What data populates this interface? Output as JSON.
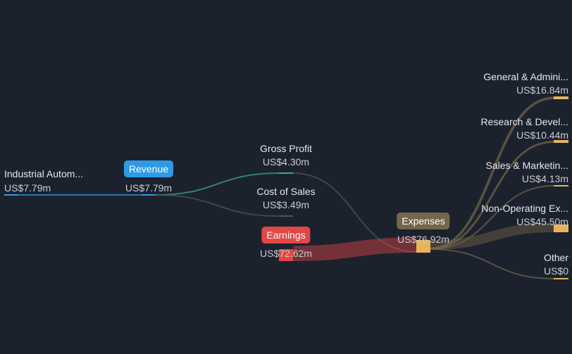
{
  "colors": {
    "background": "#1b222d",
    "revenue": "#2e9be6",
    "gross_profit": "#3fa796",
    "earnings": "#e24646",
    "expenses_badge": "#75654c",
    "expenses_node": "#e8b45a",
    "muted_link": "#4a5565"
  },
  "nodes": {
    "industrial": {
      "label": "Industrial Autom...",
      "value": "US$7.79m"
    },
    "revenue": {
      "label": "Revenue",
      "value": "US$7.79m"
    },
    "gross_profit": {
      "label": "Gross Profit",
      "value": "US$4.30m"
    },
    "cost_of_sales": {
      "label": "Cost of Sales",
      "value": "US$3.49m"
    },
    "earnings": {
      "label": "Earnings",
      "value": "US$72.62m"
    },
    "expenses": {
      "label": "Expenses",
      "value": "US$76.92m"
    },
    "general_admin": {
      "label": "General & Admini...",
      "value": "US$16.84m"
    },
    "research_dev": {
      "label": "Research & Devel...",
      "value": "US$10.44m"
    },
    "sales_marketing": {
      "label": "Sales & Marketin...",
      "value": "US$4.13m"
    },
    "non_operating": {
      "label": "Non-Operating Ex...",
      "value": "US$45.50m"
    },
    "other": {
      "label": "Other",
      "value": "US$0"
    }
  },
  "chart_data": {
    "type": "sankey",
    "units": "US$m",
    "nodes": [
      {
        "id": "industrial",
        "value": 7.79
      },
      {
        "id": "revenue",
        "value": 7.79
      },
      {
        "id": "gross_profit",
        "value": 4.3
      },
      {
        "id": "cost_of_sales",
        "value": 3.49
      },
      {
        "id": "earnings",
        "value": 72.62
      },
      {
        "id": "expenses",
        "value": 76.92
      },
      {
        "id": "general_admin",
        "value": 16.84
      },
      {
        "id": "research_dev",
        "value": 10.44
      },
      {
        "id": "sales_marketing",
        "value": 4.13
      },
      {
        "id": "non_operating",
        "value": 45.5
      },
      {
        "id": "other",
        "value": 0
      }
    ],
    "links": [
      {
        "source": "industrial",
        "target": "revenue",
        "value": 7.79
      },
      {
        "source": "revenue",
        "target": "gross_profit",
        "value": 4.3
      },
      {
        "source": "revenue",
        "target": "cost_of_sales",
        "value": 3.49
      },
      {
        "source": "gross_profit",
        "target": "expenses",
        "value": 4.3
      },
      {
        "source": "earnings",
        "target": "expenses",
        "value": 72.62
      },
      {
        "source": "expenses",
        "target": "general_admin",
        "value": 16.84
      },
      {
        "source": "expenses",
        "target": "research_dev",
        "value": 10.44
      },
      {
        "source": "expenses",
        "target": "sales_marketing",
        "value": 4.13
      },
      {
        "source": "expenses",
        "target": "non_operating",
        "value": 45.5
      },
      {
        "source": "expenses",
        "target": "other",
        "value": 0
      }
    ]
  }
}
